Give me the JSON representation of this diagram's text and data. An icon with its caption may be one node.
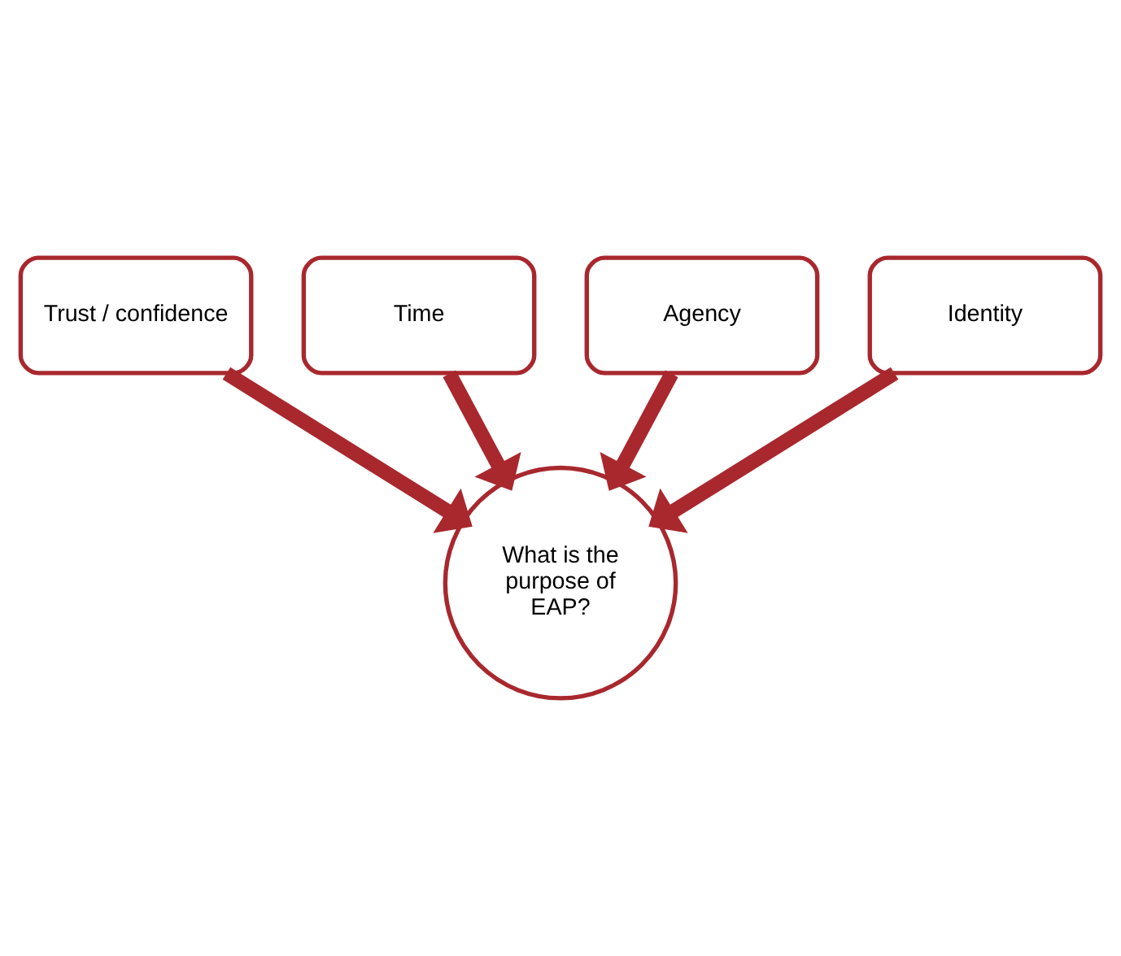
{
  "diagram": {
    "nodes": [
      {
        "text": [
          "Time"
        ]
      },
      {
        "text": [
          "Agency"
        ]
      },
      {
        "text": [
          "Trust / confidence"
        ]
      },
      {
        "text": [
          "Identity"
        ]
      },
      {
        "text": [
          "What is the purpose of EAP?"
        ]
      }
    ],
    "edges": [
      {
        "from": 0,
        "to": 4,
        "arrow": "to"
      },
      {
        "from": 1,
        "to": 4,
        "arrow": "to"
      },
      {
        "from": 2,
        "to": 4,
        "arrow": "to"
      },
      {
        "from": 3,
        "to": 4,
        "arrow": "to"
      }
    ]
  }
}
